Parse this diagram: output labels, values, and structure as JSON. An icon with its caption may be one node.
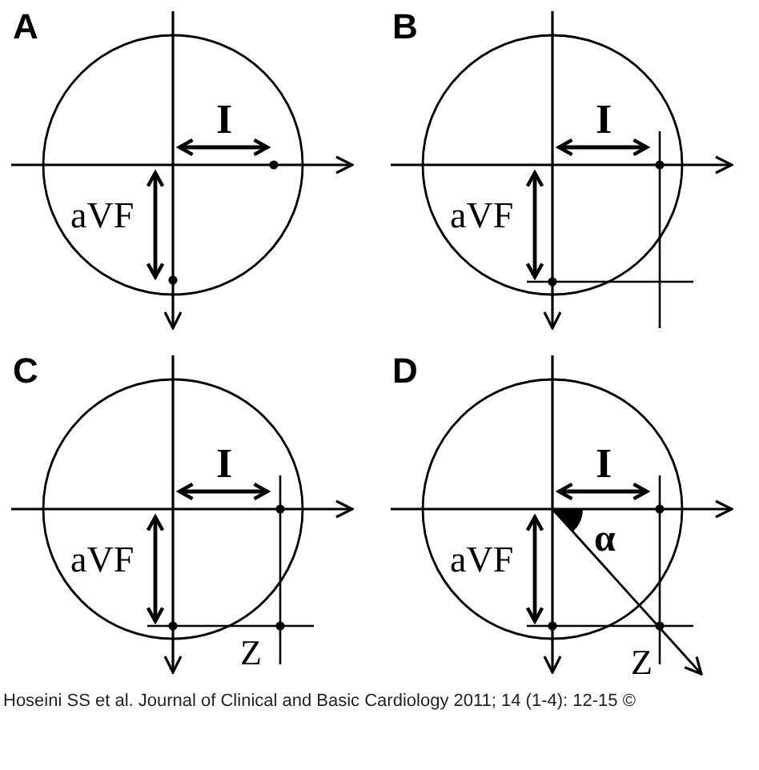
{
  "diagram": {
    "caption": "Hoseini SS et al. Journal of Clinical and Basic Cardiology 2011; 14 (1-4): 12-15 ©",
    "labels": [
      "A",
      "I",
      "aVF",
      "B",
      "I",
      "aVF",
      "C",
      "I",
      "aVF",
      "Z",
      "D",
      "I",
      "α",
      "aVF",
      "Z"
    ]
  }
}
